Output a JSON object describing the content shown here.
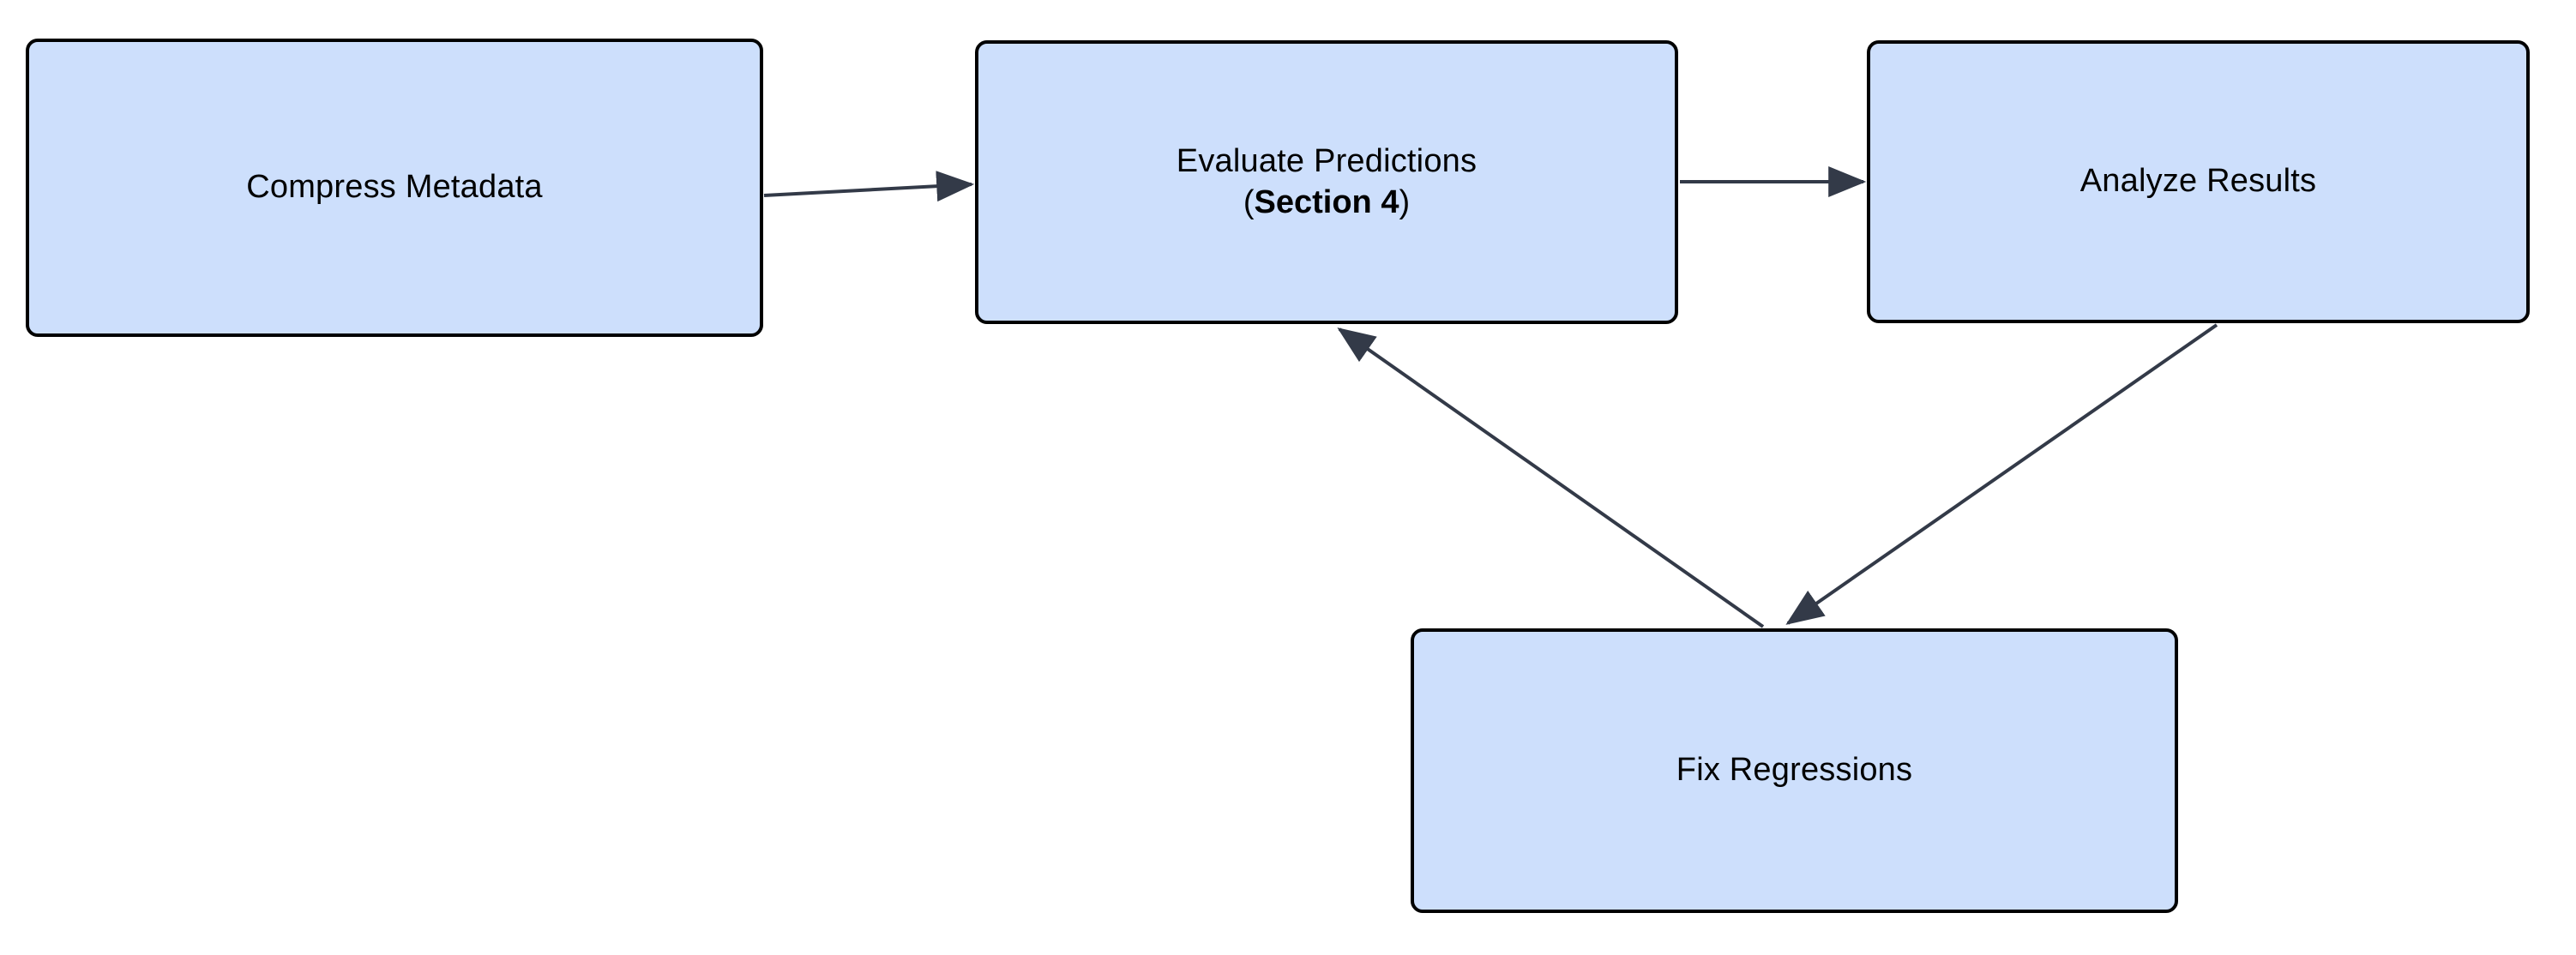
{
  "diagram": {
    "type": "flowchart",
    "orientation": "left-to-right with feedback loop",
    "background_color": "#ffffff",
    "node_fill_color": "#cddffc",
    "node_border_color": "#000000",
    "edge_color": "#333a48",
    "nodes": [
      {
        "id": "compress-metadata",
        "label": "Compress Metadata",
        "sublabel": "",
        "sublabel_prefix": "",
        "sublabel_strong": "",
        "sublabel_suffix": ""
      },
      {
        "id": "evaluate-predictions",
        "label": "Evaluate Predictions",
        "sublabel": "(Section 4)",
        "sublabel_prefix": "(",
        "sublabel_strong": "Section 4",
        "sublabel_suffix": ")"
      },
      {
        "id": "analyze-results",
        "label": "Analyze Results",
        "sublabel": "",
        "sublabel_prefix": "",
        "sublabel_strong": "",
        "sublabel_suffix": ""
      },
      {
        "id": "fix-regressions",
        "label": "Fix Regressions",
        "sublabel": "",
        "sublabel_prefix": "",
        "sublabel_strong": "",
        "sublabel_suffix": ""
      }
    ],
    "edges": [
      {
        "id": "edge-compress-to-evaluate",
        "from": "compress-metadata",
        "to": "evaluate-predictions",
        "label": "",
        "arrowhead": "filled-triangle"
      },
      {
        "id": "edge-evaluate-to-analyze",
        "from": "evaluate-predictions",
        "to": "analyze-results",
        "label": "",
        "arrowhead": "filled-triangle"
      },
      {
        "id": "edge-analyze-to-fix",
        "from": "analyze-results",
        "to": "fix-regressions",
        "label": "",
        "arrowhead": "filled-triangle"
      },
      {
        "id": "edge-fix-to-evaluate",
        "from": "fix-regressions",
        "to": "evaluate-predictions",
        "label": "",
        "arrowhead": "filled-triangle"
      }
    ]
  }
}
